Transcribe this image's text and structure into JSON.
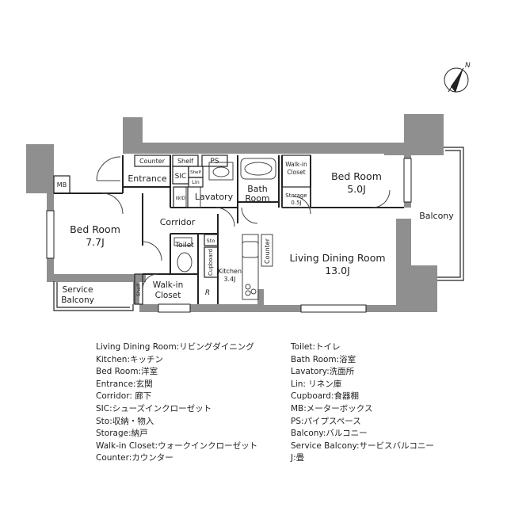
{
  "plan": {
    "compass_letter": "N",
    "rooms": {
      "living_dining": {
        "name": "Living Dining Room",
        "size": "13.0J"
      },
      "bed_left": {
        "name": "Bed Room",
        "size": "7.7J"
      },
      "bed_right": {
        "name": "Bed Room",
        "size": "5.0J"
      },
      "entrance": "Entrance",
      "corridor": "Corridor",
      "lavatory": "Lavatory",
      "bath_line1": "Bath",
      "bath_line2": "Room",
      "kitchen": {
        "name": "Kitchen",
        "size": "3.4J"
      },
      "walkin_left_line1": "Walk-in",
      "walkin_left_line2": "Closet",
      "walkin_top_line1": "Walk-in",
      "walkin_top_line2": "Closet",
      "storage": {
        "name": "Storage",
        "size": "0.5J"
      },
      "balcony": "Balcony",
      "service_line1": "Service",
      "service_line2": "Balcony",
      "toilet": "Toilet",
      "counter_top": "Counter",
      "counter_side": "Counter",
      "shelf_top": "Shelf",
      "shelf_small": "Shelf",
      "shelf_left": "Shelf",
      "ps": "PS",
      "sic": "SIC",
      "lin": "Lin",
      "mb": "MB",
      "sto": "Sto",
      "cupboard": "Cupboard",
      "wd": "W/D",
      "r_mark": "R"
    }
  },
  "legend": {
    "left": [
      "Living Dining Room:リビングダイニング",
      "Kitchen:キッチン",
      "Bed Room:洋室",
      "Entrance:玄関",
      "Corridor: 廊下",
      "SIC:シューズインクローゼット",
      "Sto:収納・物入",
      "Storage:納戸",
      "Walk-in Closet:ウォークインクローゼット",
      "Counter:カウンター"
    ],
    "right": [
      "Toilet:トイレ",
      "Bath Room:浴室",
      "Lavatory:洗面所",
      "Lin: リネン庫",
      "Cupboard:食器棚",
      "MB:メーターボックス",
      "PS:パイプスペース",
      "Balcony:バルコニー",
      "Service Balcony:サービスバルコニー",
      "J:畳"
    ]
  }
}
